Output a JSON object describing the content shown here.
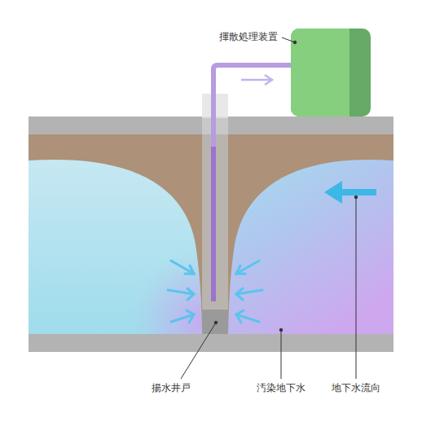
{
  "diagram": {
    "labels": [
      "揮散処理装置",
      "揚水井戸",
      "汚染地下水",
      "地下水流向"
    ]
  }
}
